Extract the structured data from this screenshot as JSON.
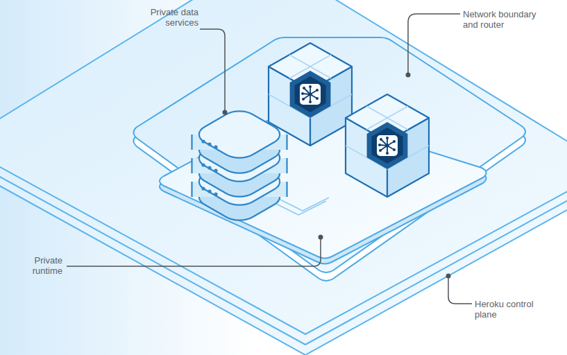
{
  "diagram": {
    "labels": [
      "Private data services",
      "Network boundary and router",
      "Private runtime",
      "Heroku control plane"
    ]
  }
}
